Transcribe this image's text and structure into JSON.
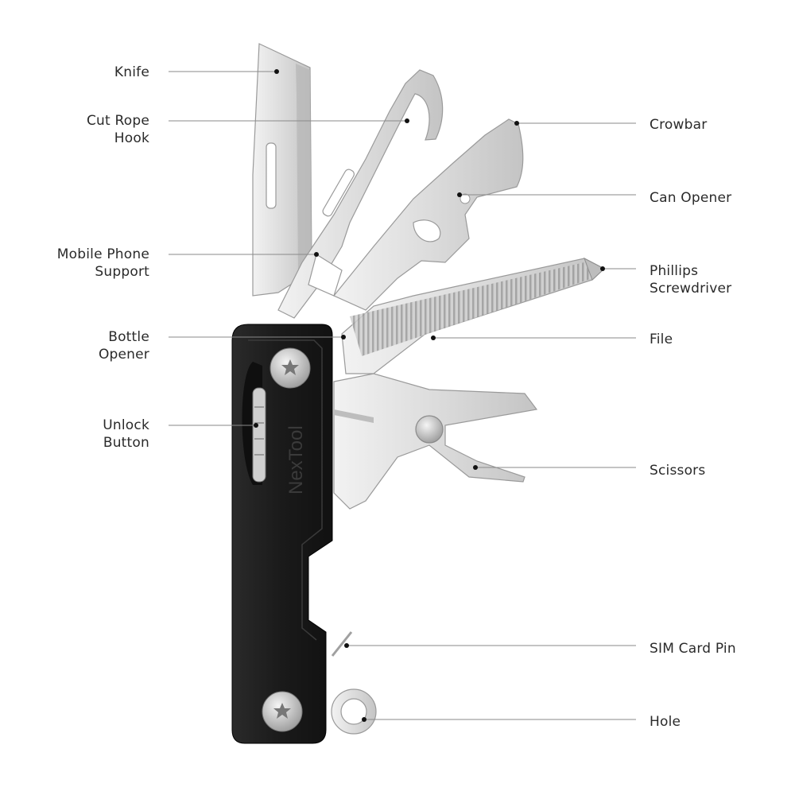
{
  "colors": {
    "background": "#ffffff",
    "steel": "#d9d9d9",
    "steel_edge": "#8e8e8e",
    "handle": "#1c1c1c",
    "leader": "#8a8a8a",
    "text": "#2a2a2a"
  },
  "brand": "NexTool",
  "labels": {
    "knife": [
      "Knife"
    ],
    "cut_rope_hook": [
      "Cut Rope",
      "Hook"
    ],
    "mobile_phone_support": [
      "Mobile Phone",
      "Support"
    ],
    "bottle_opener": [
      "Bottle",
      "Opener"
    ],
    "unlock_button": [
      "Unlock",
      "Button"
    ],
    "crowbar": [
      "Crowbar"
    ],
    "can_opener": [
      "Can Opener"
    ],
    "phillips_screwdriver": [
      "Phillips",
      "Screwdriver"
    ],
    "file": [
      "File"
    ],
    "scissors": [
      "Scissors"
    ],
    "sim_card_pin": [
      "SIM Card Pin"
    ],
    "hole": [
      "Hole"
    ]
  }
}
